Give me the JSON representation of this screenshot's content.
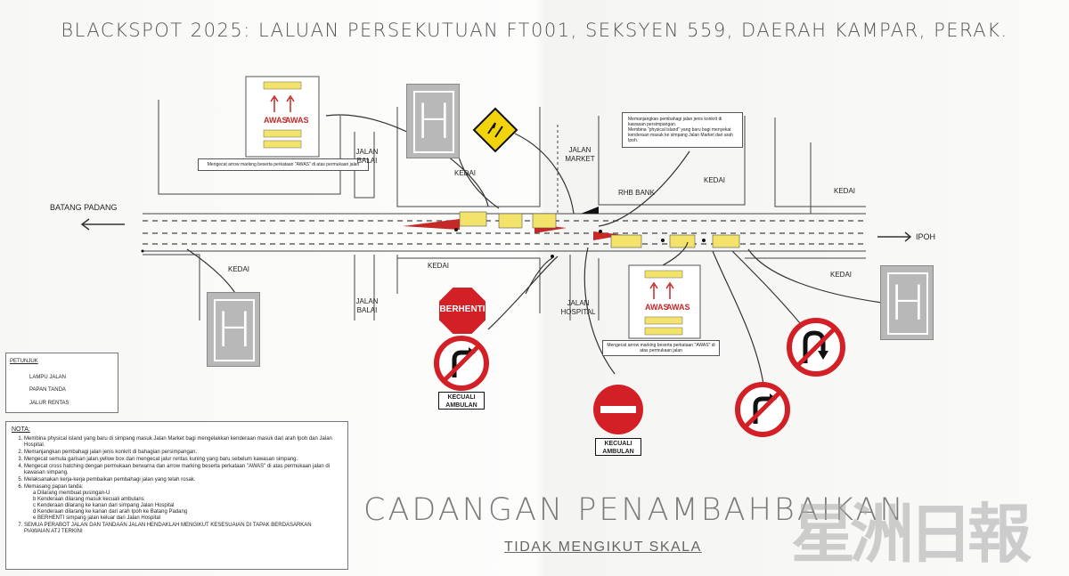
{
  "title": "BLACKSPOT 2025: LALUAN PERSEKUTUAN FT001, SEKSYEN 559, DAERAH KAMPAR, PERAK.",
  "places": {
    "batang_padang": "BATANG PADANG",
    "ipoh": "IPOH",
    "jalan_balai_top": "JALAN BALAI",
    "jalan_balai_bottom": "JALAN BALAI",
    "jalan_market": "JALAN MARKET",
    "jalan_hospital": "JALAN HOSPITAL",
    "rhb_bank": "RHB BANK",
    "kedai": "KEDAI"
  },
  "callouts": {
    "arrow_marking": "Mengecat arrow marking beserta perkataan \"AWAS\" di atas permukaan jalan",
    "junction_notes": [
      "Memanjangkan pembahagi jalan jenis konkrit di kawasan persimpangan.",
      "Membina \"physical island\" yang baru bagi menyekat kenderaan masuk ke simpang Jalan Market dari arah Ipoh."
    ],
    "awas": "AWAS"
  },
  "signs": {
    "berhenti": "BERHENTI",
    "kecuali_ambulan": "KECUALI AMBULAN"
  },
  "legend": {
    "title": "PETUNJUK",
    "items": [
      "LAMPU JALAN",
      "PAPAN TANDA",
      "JALUR RENTAS"
    ]
  },
  "nota": {
    "title": "NOTA:",
    "items": [
      "Membina physical island yang baru di simpang masuk Jalan Market bagi mengelakkan kenderaan masuk dari arah Ipoh dan Jalan Hospital.",
      "Memanjangkan pembahagi jalan jenis konkrit di bahagian persimpangan.",
      "Mengecat semula garisan jalan,yellow box dan mengecat jalur rentas kuning yang baru sebelum kawasan simpang.",
      "Mengecat cross hatching dengan permukaan berwarna dan arrow marking beserta perkataan \"AWAS\" di atas permukaan jalan di kawasan simpang.",
      "Melaksanakan kerja-kerja pembaikan pembahagi jalan yang telah rosak.",
      "Memasang papan tanda:",
      "SEMUA PERABOT JALAN DAN TANDAAN JALAN HENDAKLAH MENGIKUT KESESUAIAN DI TAPAK BERDASARKAN PIAWAIAN ATJ TERKINI"
    ],
    "sub_items": [
      "a     Dilarang membuat pusingan-U",
      "b     Kenderaan dilarang masuk kecuali ambulans",
      "c     Kenderaan dilarang ke kanan dari simpang Jalan Hospital",
      "d     Kenderaan dilarang ke kanan dari arah Ipoh ke Batang Padang",
      "e     BERHENTI simpang jalan keluar dari Jalan Hospital"
    ]
  },
  "footer": {
    "heading": "CADANGAN PENAMBAHBAIKAN",
    "subheading": "TIDAK MENGIKUT SKALA",
    "watermark": "星洲日報"
  },
  "colors": {
    "sign_red": "#d32026",
    "diamond_yellow": "#f2d40c",
    "hatch_red": "#c62828",
    "crossing_yellow": "#f4e36b",
    "h_sign_grey": "#b8b8b8"
  }
}
